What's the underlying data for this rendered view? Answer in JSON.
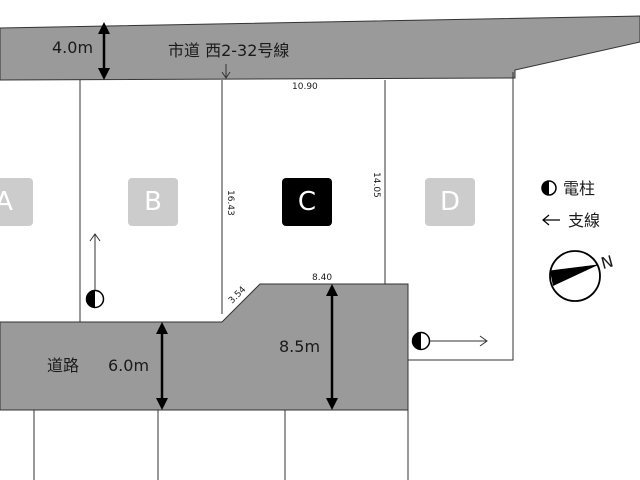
{
  "roads": {
    "north": {
      "name": "市道 西2-32号線",
      "width": "4.0m"
    },
    "south": {
      "name": "道路",
      "width": "6.0m",
      "frontage_width": "8.5m"
    }
  },
  "lots": [
    {
      "id": "A",
      "highlighted": false
    },
    {
      "id": "B",
      "highlighted": false
    },
    {
      "id": "C",
      "highlighted": true
    },
    {
      "id": "D",
      "highlighted": false
    }
  ],
  "dimensions": {
    "north_frontage": "10.90",
    "west_side": "16.43",
    "east_side": "14.05",
    "south_frontage": "8.40",
    "corner_cut": "3.54"
  },
  "legend": {
    "utility_pole": "電柱",
    "guy_wire": "支線"
  },
  "compass": {
    "north_label": "N"
  },
  "colors": {
    "road": "#9a9a9a",
    "lot_default": "#cccccc",
    "lot_highlight": "#000000"
  }
}
